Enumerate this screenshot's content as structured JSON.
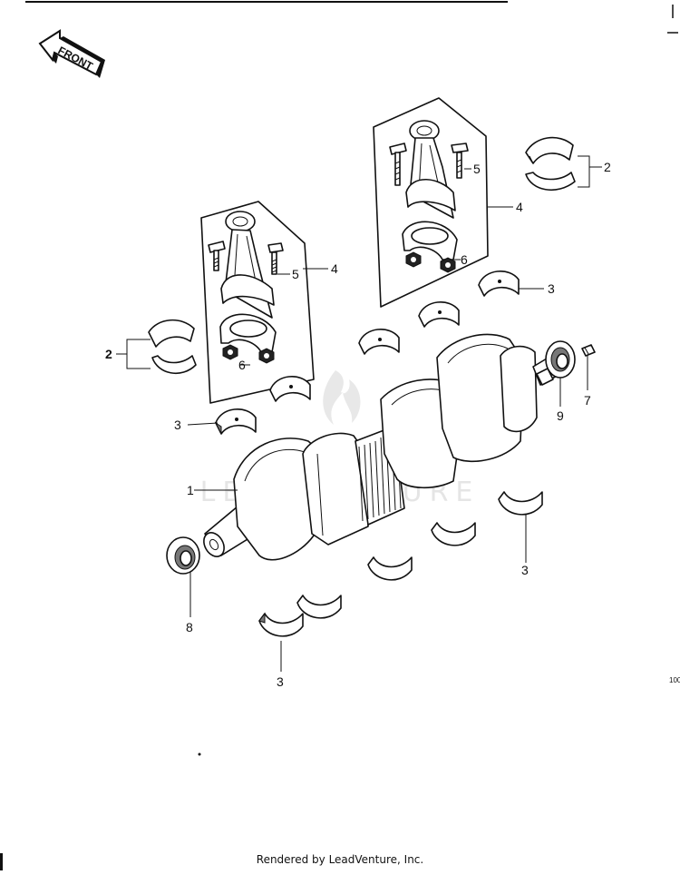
{
  "arrow": {
    "text": "FRONT"
  },
  "callouts": {
    "c1": "1",
    "c2_right": "2",
    "c2_left": "2",
    "c3_a": "3",
    "c3_b": "3",
    "c3_c": "3",
    "c3_d": "3",
    "c4_left": "4",
    "c4_right": "4",
    "c5_left": "5",
    "c5_right": "5",
    "c6_left": "6",
    "c6_right": "6",
    "c7": "7",
    "c8": "8",
    "c9": "9"
  },
  "edge_text": "100",
  "footer": "Rendered by LeadVenture, Inc.",
  "icons": [
    "front-arrow-icon",
    "crankshaft",
    "connecting-rod",
    "bearing-insert",
    "oil-seal",
    "dowel-pin",
    "bolt",
    "nut",
    "leadventure-watermark"
  ]
}
